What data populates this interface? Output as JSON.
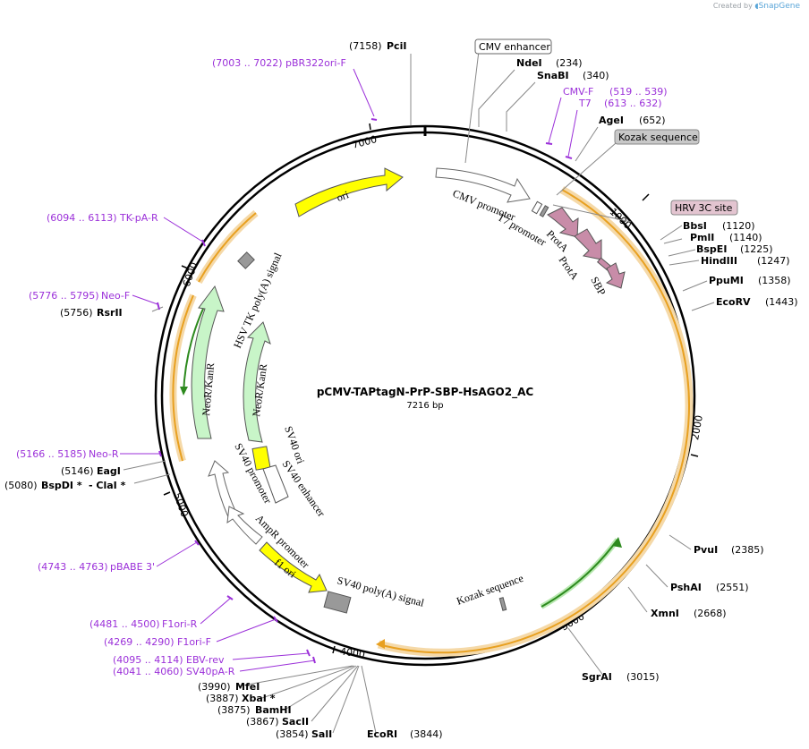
{
  "brand": {
    "created_by": "Created by",
    "name": "SnapGene"
  },
  "plasmid": {
    "name": "pCMV-TAPtagN-PrP-SBP-HsAGO2_AC",
    "length": "7216 bp"
  },
  "ticks": [
    "1000",
    "2000",
    "3000",
    "4000",
    "5000",
    "6000",
    "7000"
  ],
  "enzymes": [
    {
      "name": "PciI",
      "pos": "(7158)"
    },
    {
      "name": "NdeI",
      "pos": "(234)"
    },
    {
      "name": "SnaBI",
      "pos": "(340)"
    },
    {
      "name": "AgeI",
      "pos": "(652)"
    },
    {
      "name": "BbsI",
      "pos": "(1120)"
    },
    {
      "name": "PmlI",
      "pos": "(1140)"
    },
    {
      "name": "BspEI",
      "pos": "(1225)"
    },
    {
      "name": "HindIII",
      "pos": "(1247)"
    },
    {
      "name": "PpuMI",
      "pos": "(1358)"
    },
    {
      "name": "EcoRV",
      "pos": "(1443)"
    },
    {
      "name": "PvuI",
      "pos": "(2385)"
    },
    {
      "name": "PshAI",
      "pos": "(2551)"
    },
    {
      "name": "XmnI",
      "pos": "(2668)"
    },
    {
      "name": "SgrAI",
      "pos": "(3015)"
    },
    {
      "name": "EcoRI",
      "pos": "(3844)"
    },
    {
      "name": "SalI",
      "pos": "(3854)"
    },
    {
      "name": "SacII",
      "pos": "(3867)"
    },
    {
      "name": "BamHI",
      "pos": "(3875)"
    },
    {
      "name": "XbaI *",
      "pos": "(3887)"
    },
    {
      "name": "MfeI",
      "pos": "(3990)"
    },
    {
      "name": "BspDI *",
      "pos": "(5080)",
      "extra": "-  ClaI *"
    },
    {
      "name": "EagI",
      "pos": "(5146)"
    },
    {
      "name": "RsrII",
      "pos": "(5756)"
    }
  ],
  "primers": [
    {
      "range": "(7003 .. 7022)",
      "name": "pBR322ori-F"
    },
    {
      "range": "(519 .. 539)",
      "name": "CMV-F"
    },
    {
      "range": "(613 .. 632)",
      "name": "T7"
    },
    {
      "range": "(6094 .. 6113)",
      "name": "TK-pA-R"
    },
    {
      "range": "(5776 .. 5795)",
      "name": "Neo-F"
    },
    {
      "range": "(5166 .. 5185)",
      "name": "Neo-R"
    },
    {
      "range": "(4743 .. 4763)",
      "name": "pBABE 3'"
    },
    {
      "range": "(4481 .. 4500)",
      "name": "F1ori-R"
    },
    {
      "range": "(4269 .. 4290)",
      "name": "F1ori-F"
    },
    {
      "range": "(4095 .. 4114)",
      "name": "EBV-rev"
    },
    {
      "range": "(4041 .. 4060)",
      "name": "SV40pA-R"
    }
  ],
  "boxed_labels": [
    {
      "text": "CMV enhancer",
      "fill": "#ffffff"
    },
    {
      "text": "Kozak sequence",
      "fill": "#c8c8c8"
    },
    {
      "text": "HRV 3C site",
      "fill": "#e3c4d0"
    }
  ],
  "features": {
    "ori": "ori",
    "cmv_promoter": "CMV promoter",
    "t7_promoter": "T7 promoter",
    "prota_1": "ProtA",
    "prota_2": "ProtA",
    "sbp": "SBP",
    "hsv_tk": "HSV TK poly(A) signal",
    "neo_outer": "NeoR/KanR",
    "neo_inner": "NeoR/KanR",
    "sv40_ori": "SV40 ori",
    "sv40_enh": "SV40 enhancer",
    "sv40_prom": "SV40 promoter",
    "ampr_prom": "AmpR promoter",
    "f1_ori": "f1 ori",
    "sv40_pa": "SV40 poly(A) signal",
    "kozak": "Kozak sequence"
  },
  "colors": {
    "enzyme": "#000000",
    "primer": "#9b30d9",
    "ori": "#ffff00",
    "neo": "#c8f5c8",
    "prota": "#c88ca8",
    "orf_line": "#e8a020",
    "green_line": "#2d8a1e"
  }
}
